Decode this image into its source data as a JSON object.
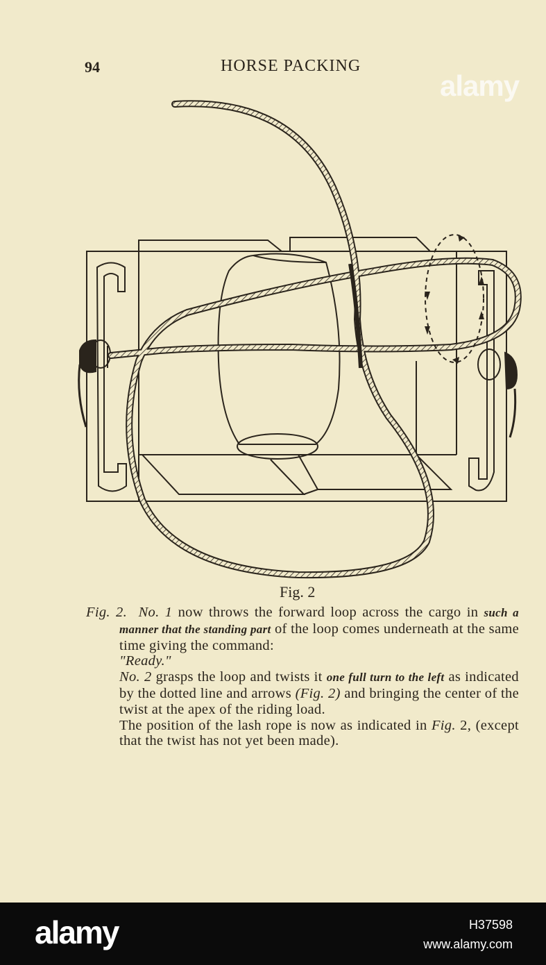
{
  "page": {
    "page_number": "94",
    "running_head": "HORSE PACKING"
  },
  "figure": {
    "caption": "Fig. 2"
  },
  "text": {
    "p1_fig": "Fig. 2.",
    "p1_no": "No. 1",
    "p1_a": " now throws the forward loop across the cargo in ",
    "p1_b": "such a manner that the standing part",
    "p1_c": " of the loop comes underneath at the same time giving the command:",
    "p2": "\"Ready.\"",
    "p3_no": "No. 2",
    "p3_a": " grasps the loop and twists it ",
    "p3_b": "one full turn to the left",
    "p3_c": " as indicated by the dotted line and arrows ",
    "p3_d": "(Fig. 2)",
    "p3_e": " and bringing the center of the twist at the apex of the riding load.",
    "p4_a": "The position of the lash rope is now as indicated in ",
    "p4_fig": "Fig.",
    "p4_b": " 2, (except that the twist has not yet been made)."
  },
  "watermark": {
    "logo": "alamy"
  },
  "footer": {
    "logo": "alamy",
    "image_id": "H37598",
    "url": "www.alamy.com"
  },
  "colors": {
    "paper": "#f1eacb",
    "ink": "#2a241c",
    "footer_bg": "#0b0b0b"
  }
}
